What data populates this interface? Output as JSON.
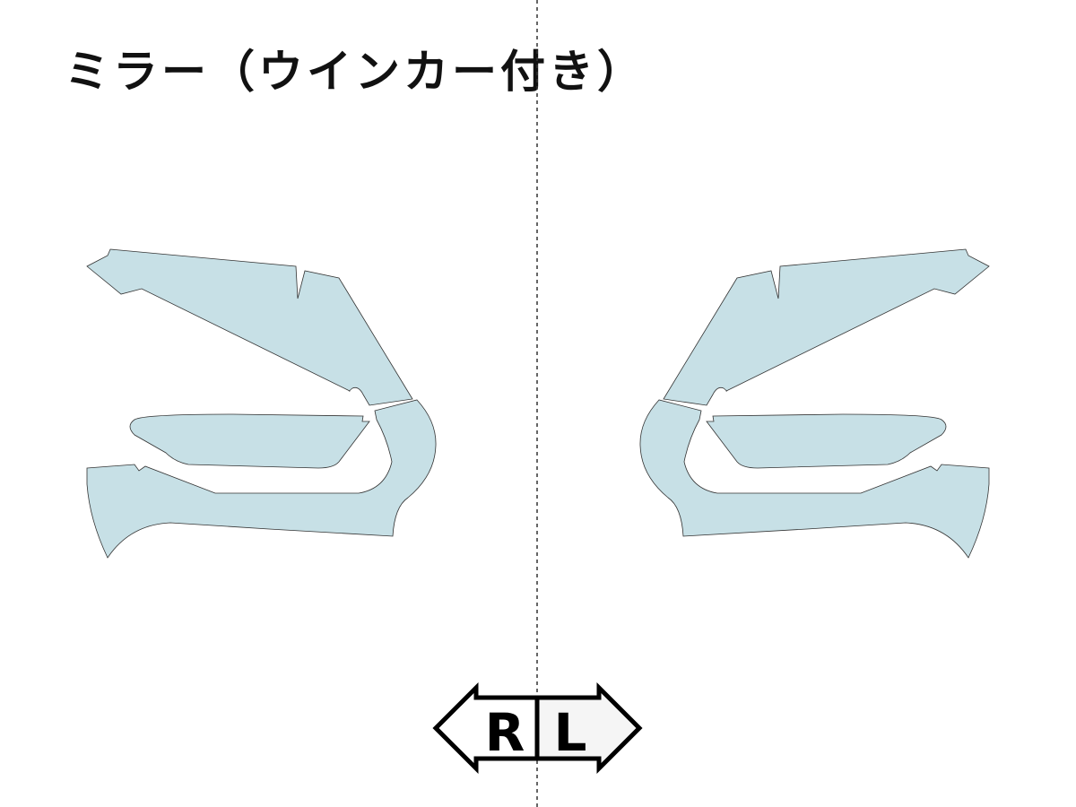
{
  "title": "ミラー（ウインカー付き）",
  "colors": {
    "film": "#c7e0e6",
    "outline": "#333333",
    "arrow_left_fill": "#ffffff",
    "arrow_right_fill": "#f5f5f5"
  },
  "direction": {
    "right_label": "R",
    "left_label": "L"
  }
}
